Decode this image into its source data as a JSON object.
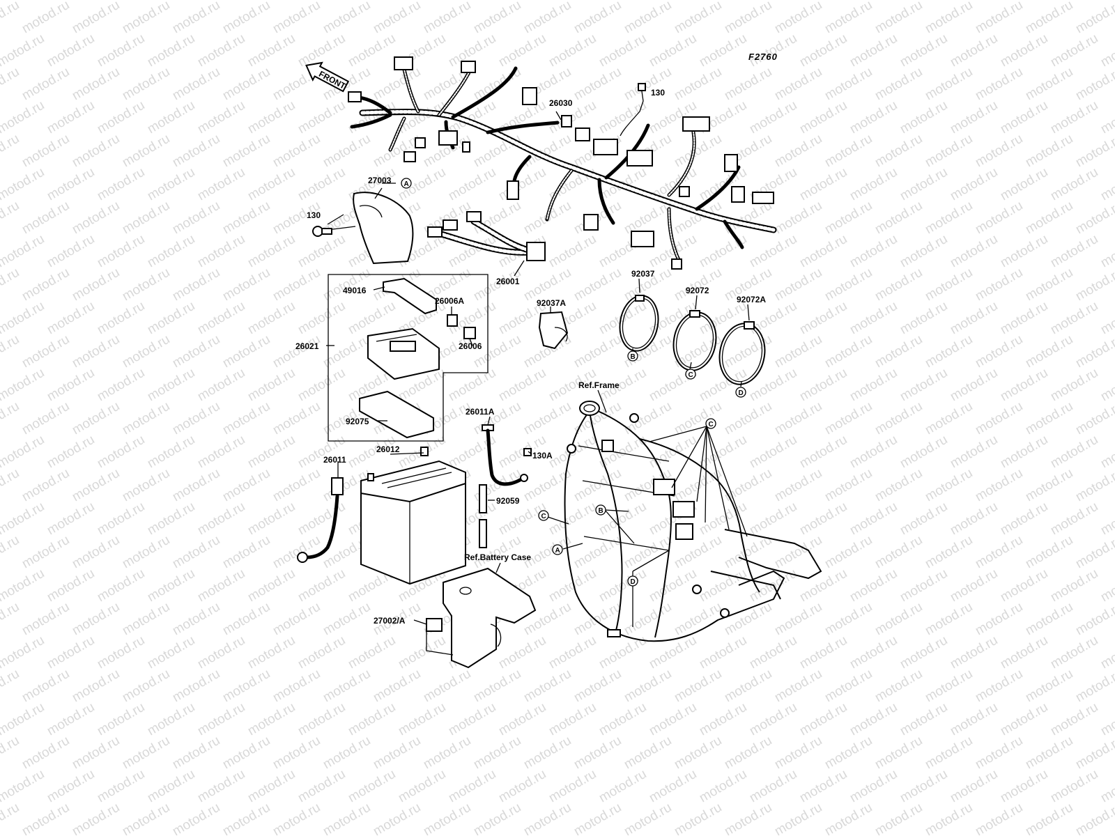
{
  "diagram": {
    "code": "F2760",
    "front_label": "FRONT",
    "watermark": "motod.ru",
    "parts": {
      "p26030": "26030",
      "p130_top": "130",
      "p27003": "27003",
      "p130_left": "130",
      "p26001": "26001",
      "p49016": "49016",
      "p26006A": "26006A",
      "p26006": "26006",
      "p26021": "26021",
      "p92075": "92075",
      "p92037A": "92037A",
      "p92037": "92037",
      "p92072": "92072",
      "p92072A": "92072A",
      "p26011A": "26011A",
      "p130A": "130A",
      "p26011": "26011",
      "p26012": "26012",
      "p92059": "92059",
      "p27002A": "27002/A"
    },
    "references": {
      "frame": "Ref.Frame",
      "battery_case": "Ref.Battery Case"
    },
    "callouts": {
      "a": "A",
      "b": "B",
      "c": "C",
      "d": "D"
    }
  }
}
